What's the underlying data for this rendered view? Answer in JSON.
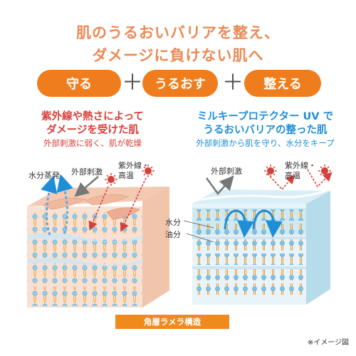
{
  "headline": {
    "line1": "肌のうるおいバリアを整え、",
    "line2": "ダメージに負けない肌へ"
  },
  "pills": {
    "protect": "守る",
    "moisturize": "うるおす",
    "condition": "整える",
    "plus1": "＋",
    "plus2": "＋"
  },
  "left": {
    "heading1": "紫外線や熱さによって",
    "heading2": "ダメージを受けた肌",
    "sub": "外部刺激に弱く、肌が乾燥",
    "label_evaporation": "水分蒸発",
    "label_stimulus": "外部刺激",
    "label_uv": "紫外線・\n高温"
  },
  "right": {
    "heading1": "ミルキープロテクター UV で",
    "heading2": "うるおいバリアの整った肌",
    "sub": "外部刺激から肌を守り、水分をキープ",
    "label_stimulus": "外部刺激",
    "label_uv": "紫外線・\n高温",
    "label_water": "水分",
    "label_oil": "油分"
  },
  "caption": "角層ラメラ構造",
  "note": "※イメージ図",
  "colors": {
    "orange": "#ef7d1e",
    "red": "#d6403a",
    "blue": "#1e8ed6",
    "skin": "#f6d7c3",
    "healthy": "#cfe9f3"
  }
}
